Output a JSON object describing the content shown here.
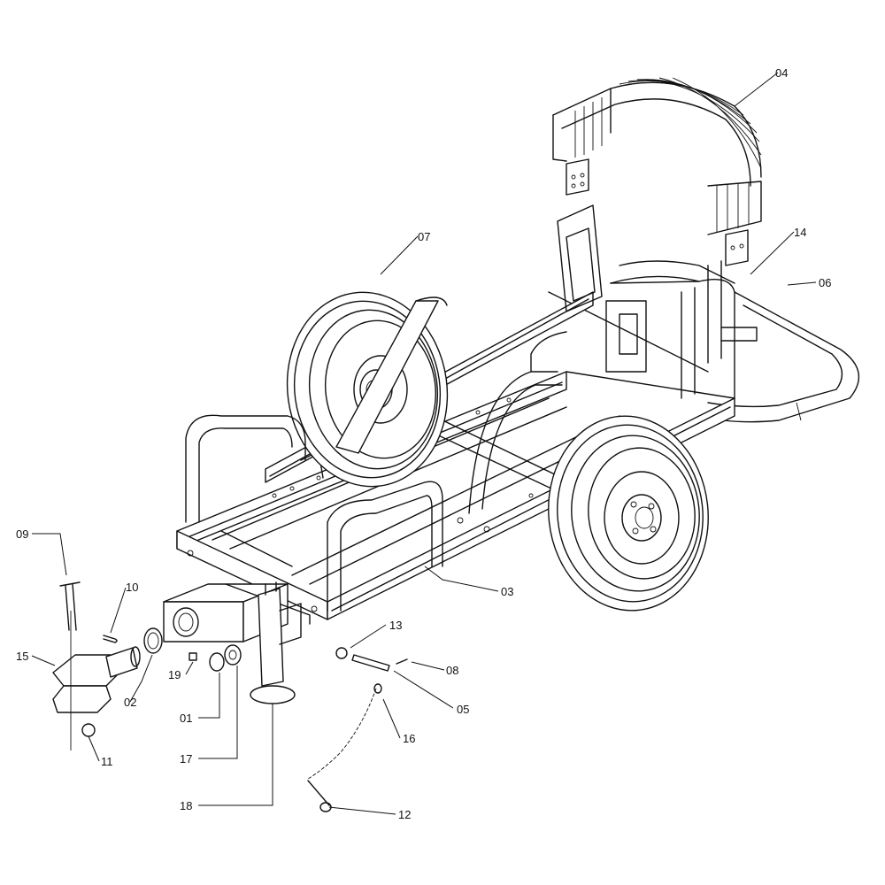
{
  "diagram": {
    "type": "exploded-parts-diagram",
    "callouts": [
      {
        "id": "01",
        "text": "01"
      },
      {
        "id": "02",
        "text": "02"
      },
      {
        "id": "03",
        "text": "03"
      },
      {
        "id": "04",
        "text": "04"
      },
      {
        "id": "05",
        "text": "05"
      },
      {
        "id": "06",
        "text": "06"
      },
      {
        "id": "07",
        "text": "07"
      },
      {
        "id": "08",
        "text": "08"
      },
      {
        "id": "09",
        "text": "09"
      },
      {
        "id": "10",
        "text": "10"
      },
      {
        "id": "11",
        "text": "11"
      },
      {
        "id": "12",
        "text": "12"
      },
      {
        "id": "13",
        "text": "13"
      },
      {
        "id": "14",
        "text": "14"
      },
      {
        "id": "15",
        "text": "15"
      },
      {
        "id": "16",
        "text": "16"
      },
      {
        "id": "17",
        "text": "17"
      },
      {
        "id": "18",
        "text": "18"
      },
      {
        "id": "19",
        "text": "19"
      }
    ]
  }
}
